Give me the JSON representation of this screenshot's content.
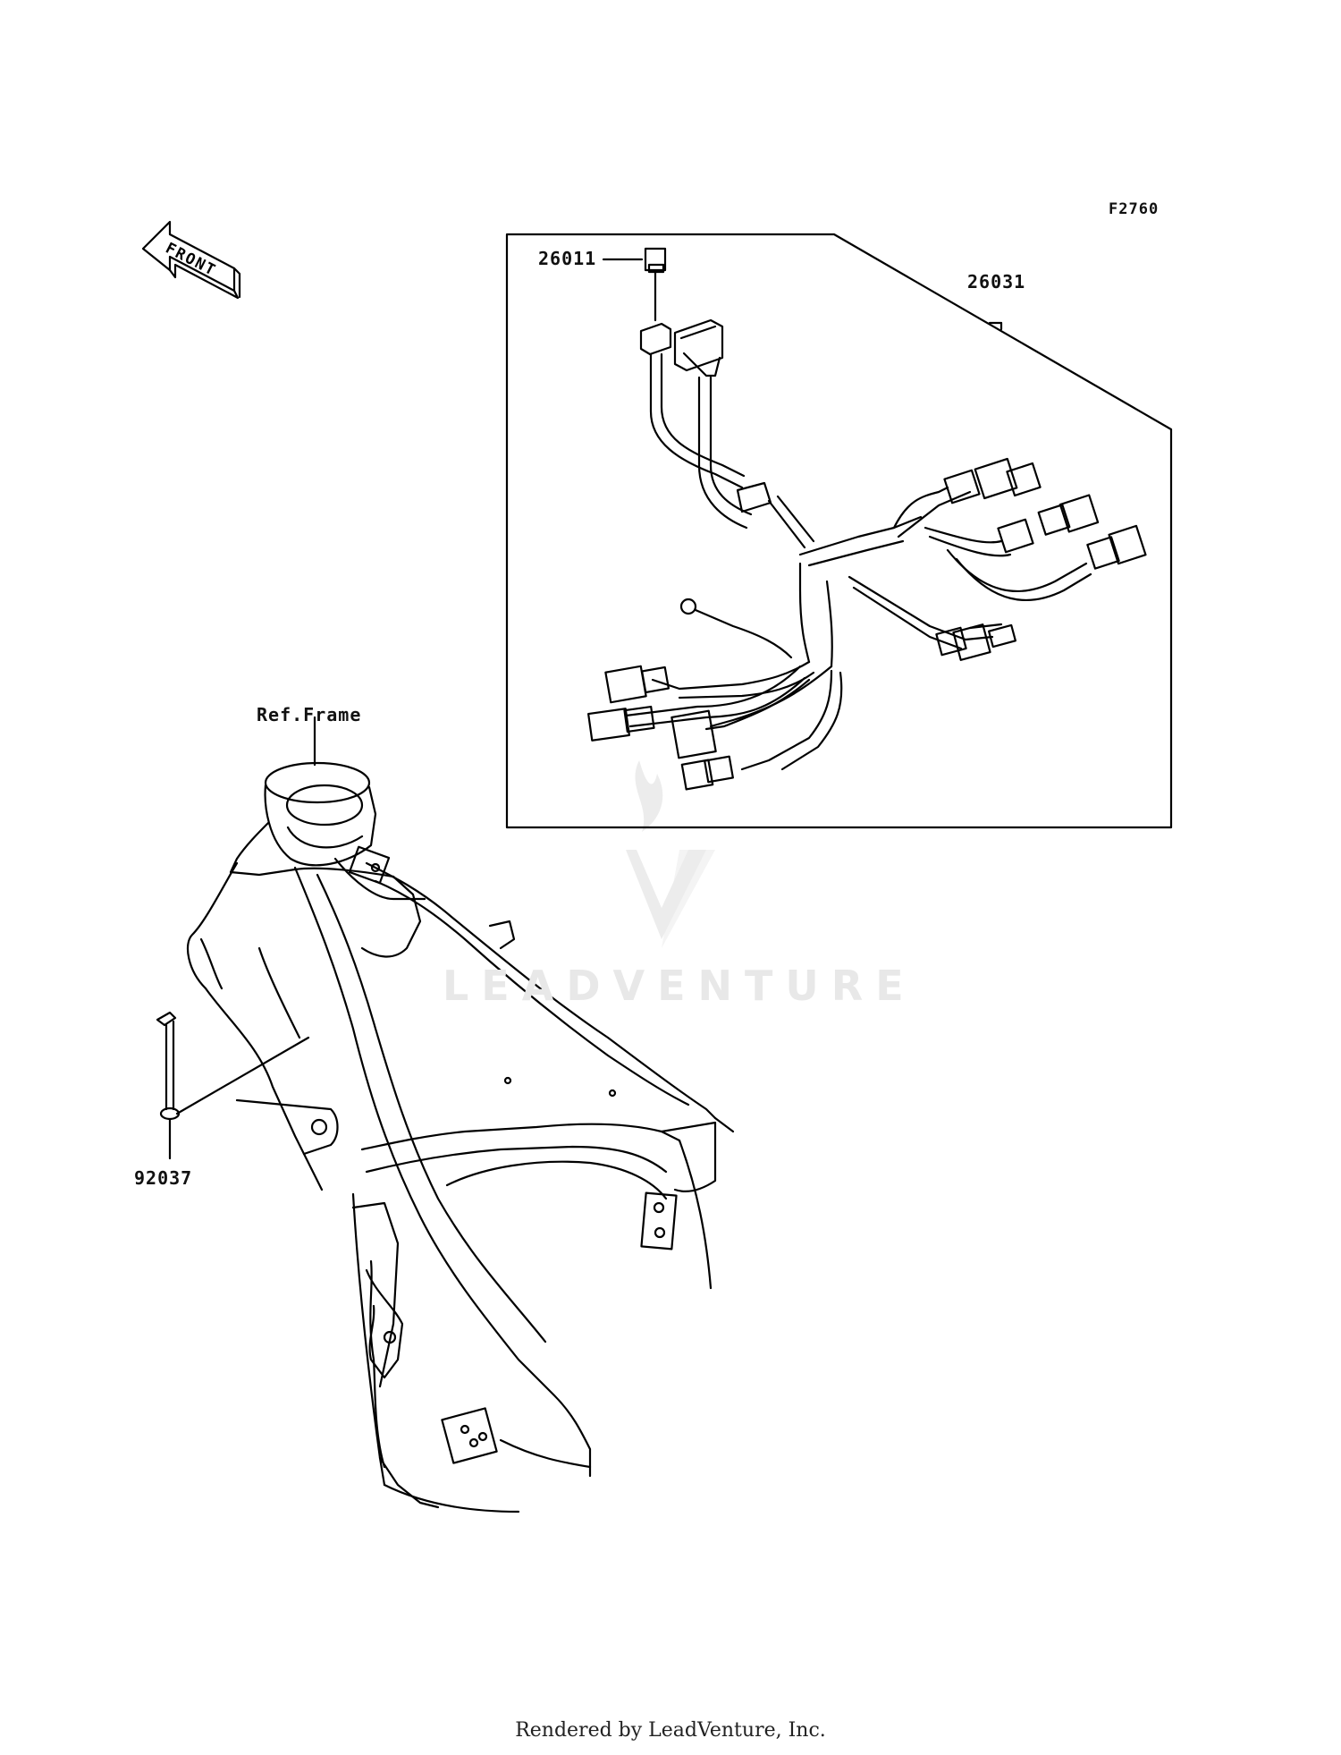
{
  "diagram_code": "F2760",
  "orientation": {
    "label": "FRONT",
    "icon": "front-arrow-icon"
  },
  "callouts": {
    "connector": "26011",
    "wire_harness": "26031",
    "frame_ref": "Ref.Frame",
    "band": "92037"
  },
  "watermark": {
    "text": "LEADVENTURE",
    "icon": "leadventure-logo-icon"
  },
  "footer": "Rendered by LeadVenture, Inc."
}
